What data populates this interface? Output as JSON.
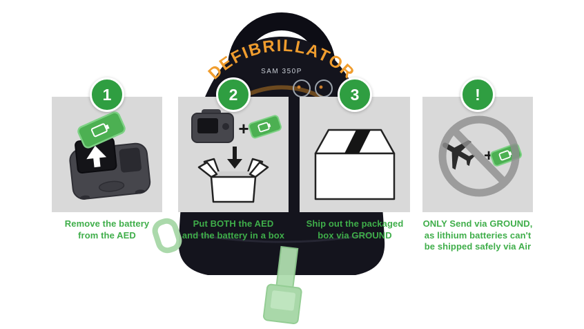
{
  "background": {
    "brand_arc_text": "DEFIBRILLATOR",
    "model_text": "SAM 350P"
  },
  "steps": [
    {
      "badge": "1",
      "caption": "Remove the battery\nfrom the AED"
    },
    {
      "badge": "2",
      "caption": "Put BOTH the AED\nand the battery in a box"
    },
    {
      "badge": "3",
      "caption": "Ship out the packaged\nbox via GROUND"
    },
    {
      "badge": "!",
      "caption": "ONLY Send via GROUND,\nas lithium batteries can't\nbe shipped safely via Air"
    }
  ],
  "illustration": {
    "plus_sign": "+"
  },
  "colors": {
    "badge_green": "#2f9e41",
    "caption_green": "#3fae4a",
    "battery_green": "#4cb052",
    "panel_gray": "#d9d9d9",
    "arc_orange": "#f09d2e",
    "prohibition_gray": "#8f8f8f",
    "case_black": "#14141d",
    "tape_black": "#151515"
  }
}
